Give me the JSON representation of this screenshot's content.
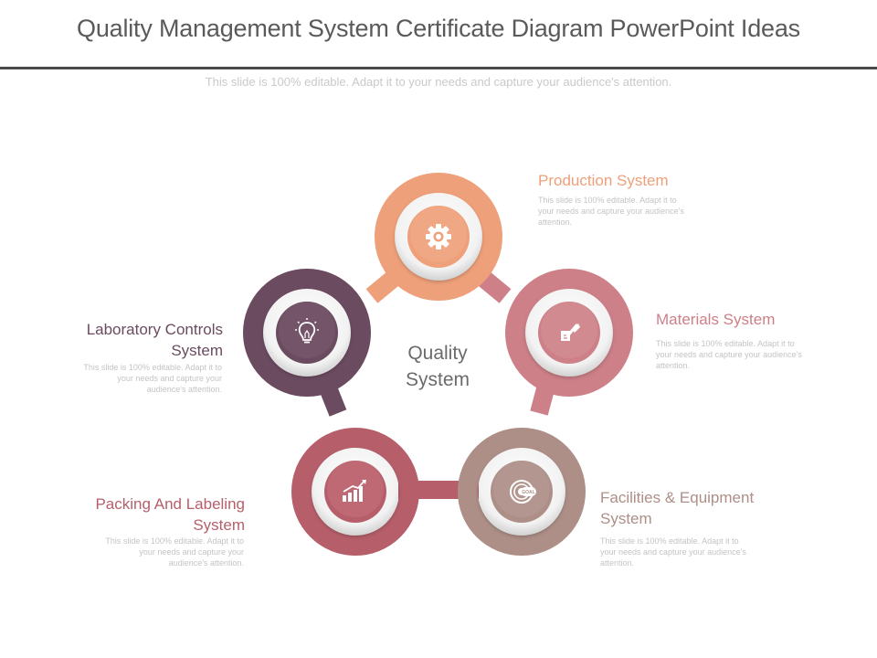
{
  "title": "Quality Management System Certificate Diagram PowerPoint Ideas",
  "subtitle": "This slide is 100% editable. Adapt it to your needs and capture your audience's attention.",
  "center": {
    "line1": "Quality",
    "line2": "System"
  },
  "colors": {
    "production": "#eea07a",
    "materials": "#cd8088",
    "facilities": "#ad8f87",
    "packing": "#b65f6b",
    "laboratory": "#6b4b60"
  },
  "segments": [
    {
      "key": "production",
      "label": "Production System",
      "icon": "gear-icon",
      "desc": [
        "This slide is 100% editable. Adapt it to",
        "your needs and capture your audience's",
        "attention."
      ]
    },
    {
      "key": "materials",
      "label": "Materials System",
      "icon": "hand-pen-icon",
      "desc": [
        "This slide is 100% editable. Adapt it to",
        "your needs and capture your audience's",
        "attention."
      ]
    },
    {
      "key": "facilities",
      "label1": "Facilities & Equipment",
      "label2": "System",
      "icon": "goal-icon",
      "desc": [
        "This slide is 100% editable. Adapt it to",
        "your needs and capture your audience's",
        "attention."
      ]
    },
    {
      "key": "packing",
      "label1": "Packing And Labeling",
      "label2": "System",
      "icon": "bar-chart-icon",
      "desc": [
        "This slide is 100% editable. Adapt it to",
        "your needs and capture your",
        "audience's attention."
      ]
    },
    {
      "key": "laboratory",
      "label1": "Laboratory Controls",
      "label2": "System",
      "icon": "lightbulb-icon",
      "desc": [
        "This slide is 100% editable. Adapt it to",
        "your needs and capture your",
        "audience's attention."
      ]
    }
  ]
}
